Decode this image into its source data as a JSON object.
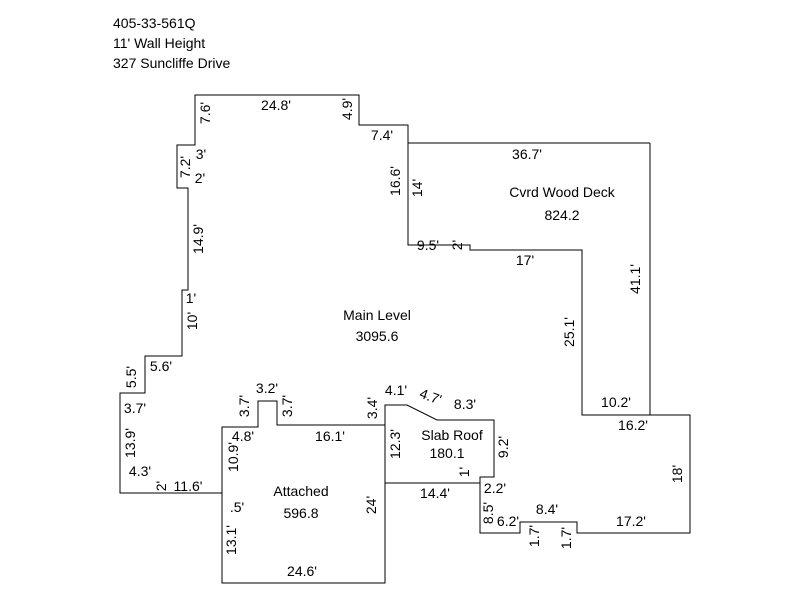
{
  "header": {
    "parcel_id": "405-33-561Q",
    "wall_height": "11' Wall Height",
    "address": "327 Suncliffe Drive"
  },
  "areas": {
    "main": {
      "name": "Main Level",
      "area": "3095.6"
    },
    "deck": {
      "name": "Cvrd Wood Deck",
      "area": "824.2"
    },
    "attached": {
      "name": "Attached",
      "area": "596.8"
    },
    "slab": {
      "name": "Slab Roof",
      "area": "180.1"
    }
  },
  "dims": {
    "main_top": "24.8'",
    "main_left_top": "7.6'",
    "main_step_down": "4.9'",
    "main_step_right": "7.4'",
    "left_notch_top": "3'",
    "left_notch_mid": "7.2'",
    "left_notch_bottom": "2'",
    "left_mid_side": "14.9'",
    "left_small_step": "1'",
    "left_side_10": "10'",
    "left_step_56": "5.6'",
    "left_step_55": "5.5'",
    "left_37": "3.7'",
    "left_139": "13.9'",
    "left_43": "4.3'",
    "left_2": "2'",
    "bottom_116": "11.6'",
    "deck_top": "36.7'",
    "deck_left_166": "16.6'",
    "deck_left_14": "14'",
    "deck_95": "9.5'",
    "deck_2": "2'",
    "deck_17": "17'",
    "deck_right": "41.1'",
    "deck_inner_251": "25.1'",
    "deck_bottom": "10.2'",
    "right_162": "16.2'",
    "right_18": "18'",
    "bottom_172": "17.2'",
    "notch_84": "8.4'",
    "notch_17a": "1.7'",
    "notch_17b": "1.7'",
    "step_62": "6.2'",
    "step_85": "8.5'",
    "step_22": "2.2'",
    "slab_1": "1'",
    "slab_92": "9.2'",
    "slab_83": "8.3'",
    "slab_47": "4.7'",
    "slab_41": "4.1'",
    "slab_34": "3.4'",
    "slab_123": "12.3'",
    "slab_bottom": "14.4'",
    "att_bump_top": "3.2'",
    "att_bump_left": "3.7'",
    "att_bump_right": "3.7'",
    "att_48": "4.8'",
    "att_161": "16.1'",
    "att_109": "10.9'",
    "att_5": ".5'",
    "att_131": "13.1'",
    "att_24": "24'",
    "att_bottom": "24.6'"
  }
}
